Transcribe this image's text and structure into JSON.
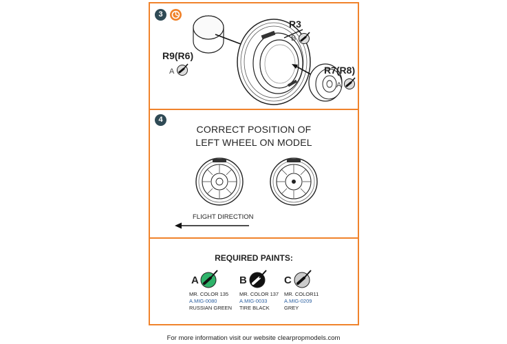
{
  "step3": {
    "number": "3",
    "parts": [
      {
        "id": "R3",
        "paint_letter": "B"
      },
      {
        "id": "R9(R6)",
        "paint_letter": "A"
      },
      {
        "id": "R7(R8)",
        "paint_letter": "A"
      }
    ]
  },
  "step4": {
    "number": "4",
    "title_line1": "CORRECT POSITION OF",
    "title_line2": "LEFT WHEEL ON MODEL",
    "flight_direction": "FLIGHT DIRECTION"
  },
  "paints": {
    "title": "REQUIRED PAINTS:",
    "items": [
      {
        "letter": "A",
        "name": "MR. COLOR 135",
        "code": "A.MIG-0080",
        "desc": "RUSSIAN GREEN",
        "color": "#2fb36a"
      },
      {
        "letter": "B",
        "name": "MR. COLOR 137",
        "code": "A.MIG-0033",
        "desc": "TIRE BLACK",
        "color": "#111111"
      },
      {
        "letter": "C",
        "name": "MR. COLOR11",
        "code": "A.MIG-0209",
        "desc": "GREY",
        "color": "#cccccc"
      }
    ]
  },
  "footer": "For more information visit our website clearpropmodels.com",
  "accent_color": "#f0822a"
}
